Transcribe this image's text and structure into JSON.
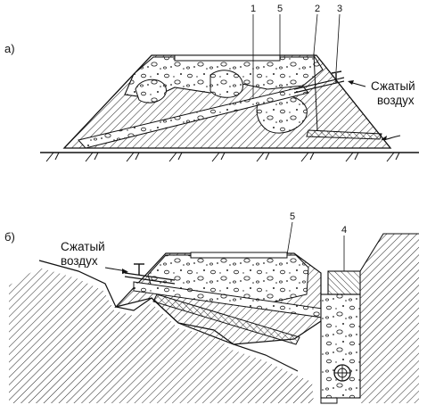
{
  "panels": {
    "a": {
      "label": "а)",
      "callouts": [
        "1",
        "5",
        "2",
        "3"
      ],
      "air_lines": [
        "Сжатый",
        "воздух"
      ]
    },
    "b": {
      "label": "б)",
      "callouts": [
        "5",
        "4"
      ],
      "air_lines": [
        "Сжатый",
        "воздух"
      ]
    }
  }
}
